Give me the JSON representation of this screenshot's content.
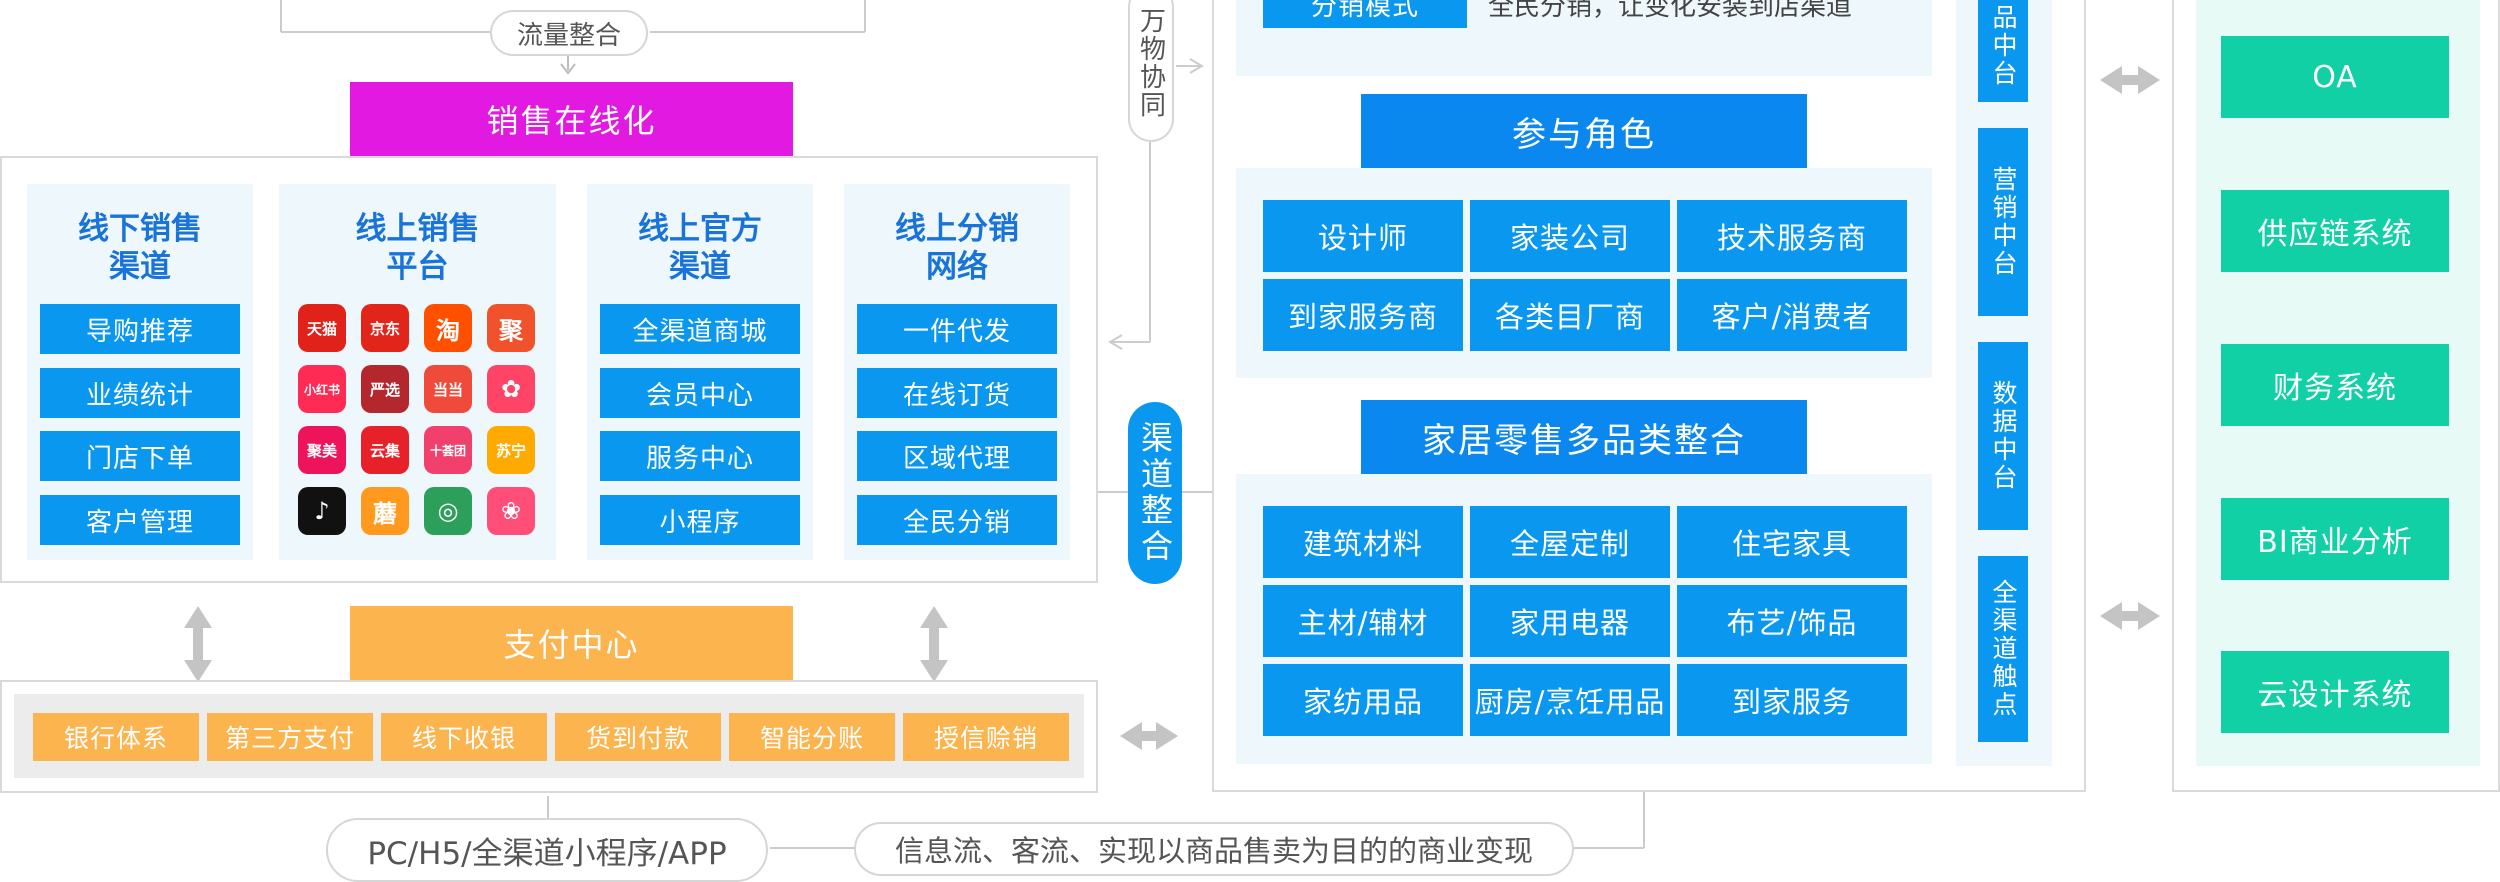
{
  "left": {
    "flow_label": "流量整合",
    "sales_online": "销售在线化",
    "columns": [
      {
        "title": "线下销售\n渠道",
        "items": [
          "导购推荐",
          "业绩统计",
          "门店下单",
          "客户管理"
        ]
      },
      {
        "title": "线上销售\n平台",
        "items": []
      },
      {
        "title": "线上官方\n渠道",
        "items": [
          "全渠道商城",
          "会员中心",
          "服务中心",
          "小程序"
        ]
      },
      {
        "title": "线上分销\n网络",
        "items": [
          "一件代发",
          "在线订货",
          "区域代理",
          "全民分销"
        ]
      }
    ],
    "platform_icons": [
      {
        "name": "tmall-icon",
        "text": "天猫",
        "color": "#e0221a"
      },
      {
        "name": "jd-icon",
        "text": "京东",
        "color": "#e1251b"
      },
      {
        "name": "taobao-icon",
        "text": "淘",
        "color": "#ff5000"
      },
      {
        "name": "juhuasuan-icon",
        "text": "聚",
        "color": "#f0532b"
      },
      {
        "name": "xiaohongshu-icon",
        "text": "小红书",
        "color": "#fe2c55"
      },
      {
        "name": "yanxuan-icon",
        "text": "严选",
        "color": "#b4282d"
      },
      {
        "name": "dangdang-icon",
        "text": "当当",
        "color": "#f04b3a"
      },
      {
        "name": "mogujie-icon",
        "text": "✿",
        "color": "#ff4466"
      },
      {
        "name": "jumei-icon",
        "text": "聚美",
        "color": "#ed145b"
      },
      {
        "name": "yunji-icon",
        "text": "云集",
        "color": "#e62129"
      },
      {
        "name": "shijiatuan-icon",
        "text": "十荟团",
        "color": "#f0406b"
      },
      {
        "name": "suning-icon",
        "text": "苏宁",
        "color": "#ffaa00"
      },
      {
        "name": "douyin-icon",
        "text": "♪",
        "color": "#111111"
      },
      {
        "name": "mogu-icon",
        "text": "蘑",
        "color": "#ff9a1f"
      },
      {
        "name": "weidian-icon",
        "text": "◎",
        "color": "#2c9f5b"
      },
      {
        "name": "meilishuo-icon",
        "text": "❀",
        "color": "#ff4f78"
      }
    ],
    "payment_center": "支付中心",
    "payment_items": [
      "银行体系",
      "第三方支付",
      "线下收银",
      "货到付款",
      "智能分账",
      "授信赊销"
    ],
    "bottom_label": "PC/H5/全渠道小程序/APP"
  },
  "middle": {
    "wanwu": "万物协同",
    "channel": "渠道整合",
    "top_partial_cell": "分销模式",
    "top_partial_text": "全民分销，让变化安装到店渠道",
    "roles_title": "参与角色",
    "roles": [
      "设计师",
      "家装公司",
      "技术服务商",
      "到家服务商",
      "各类目厂商",
      "客户/消费者"
    ],
    "categories_title": "家居零售多品类整合",
    "categories": [
      "建筑材料",
      "全屋定制",
      "住宅家具",
      "主材/辅材",
      "家用电器",
      "布艺/饰品",
      "家纺用品",
      "厨房/烹饪用品",
      "到家服务"
    ],
    "bottom_label": "信息流、客流、实现以商品售卖为目的的商业变现"
  },
  "platforms": {
    "tabs": [
      "品中台",
      "营销中台",
      "数据中台",
      "全渠道触点"
    ]
  },
  "systems": {
    "items": [
      "OA",
      "供应链系统",
      "财务系统",
      "BI商业分析",
      "云设计系统"
    ]
  },
  "colors": {
    "blue": "#0a97f0",
    "magenta": "#e219e0",
    "orange": "#fbb44e",
    "teal": "#11d0a6",
    "light_bg": "#eef8fc",
    "heading": "#1a73d8"
  }
}
